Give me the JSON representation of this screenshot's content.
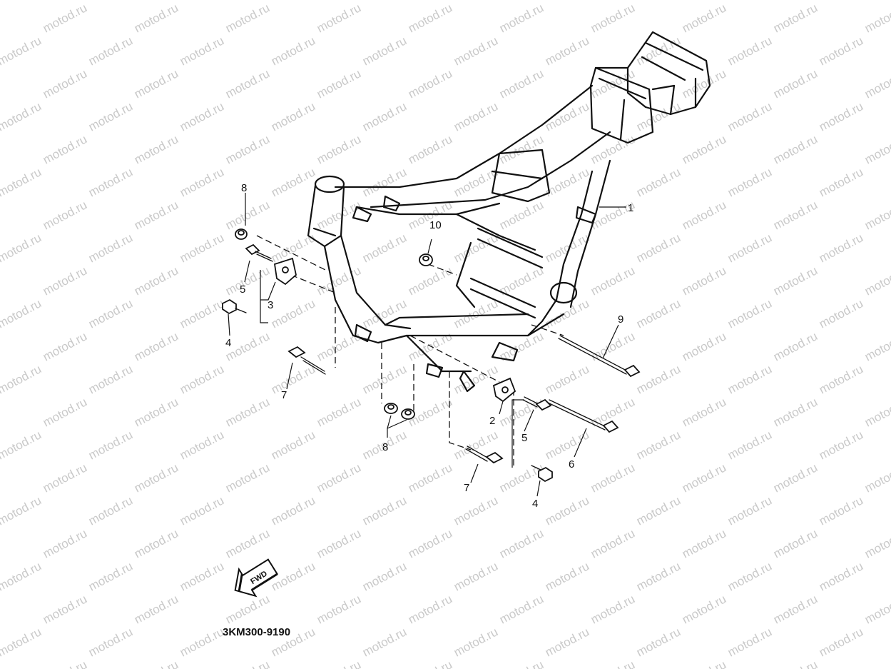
{
  "watermark": {
    "text": "motod.ru"
  },
  "diagram": {
    "callouts": [
      {
        "id": "c1",
        "label": "1"
      },
      {
        "id": "c2",
        "label": "2"
      },
      {
        "id": "c3",
        "label": "3"
      },
      {
        "id": "c4a",
        "label": "4"
      },
      {
        "id": "c4b",
        "label": "4"
      },
      {
        "id": "c5a",
        "label": "5"
      },
      {
        "id": "c5b",
        "label": "5"
      },
      {
        "id": "c6",
        "label": "6"
      },
      {
        "id": "c7a",
        "label": "7"
      },
      {
        "id": "c7b",
        "label": "7"
      },
      {
        "id": "c8a",
        "label": "8"
      },
      {
        "id": "c8b",
        "label": "8"
      },
      {
        "id": "c9",
        "label": "9"
      },
      {
        "id": "c10",
        "label": "10"
      }
    ],
    "fwd_label": "FWD",
    "code": "3KM300-9190"
  }
}
